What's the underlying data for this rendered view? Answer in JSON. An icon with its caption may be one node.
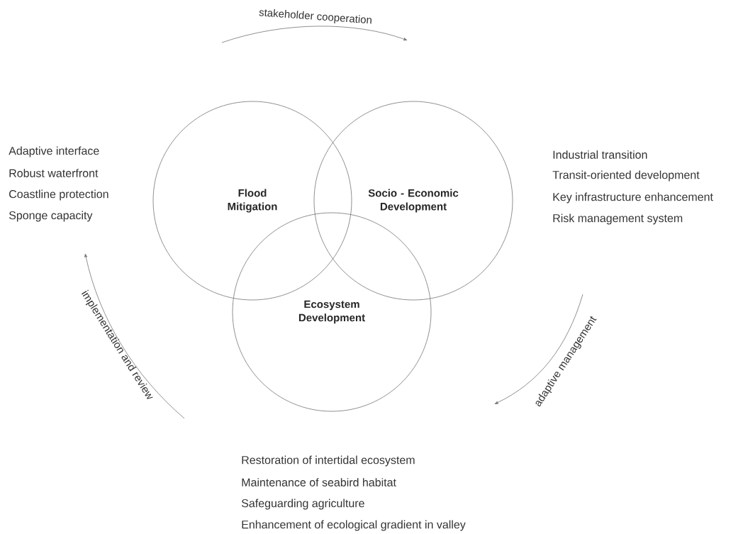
{
  "diagram": {
    "nodes": [
      {
        "text": [
          "Flood Mitigation"
        ],
        "beside": [
          "Adaptive interface",
          "Robust waterfront",
          "Coastline protection",
          "Sponge capacity"
        ]
      },
      {
        "text": [
          "Socio - Economic Development"
        ],
        "beside": [
          "Industrial transition",
          "Transit-oriented development",
          "Key infrastructure enhancement",
          "Risk management system"
        ]
      },
      {
        "text": [
          "Ecosystem Development"
        ],
        "beside": [
          "Restoration of intertidal ecosystem",
          "Maintenance of seabird habitat",
          "Safeguarding agriculture",
          "Enhancement of ecological gradient in valley"
        ]
      }
    ],
    "labels": [
      "stakeholder cooperation",
      "adaptive management",
      "implementation and review"
    ]
  }
}
